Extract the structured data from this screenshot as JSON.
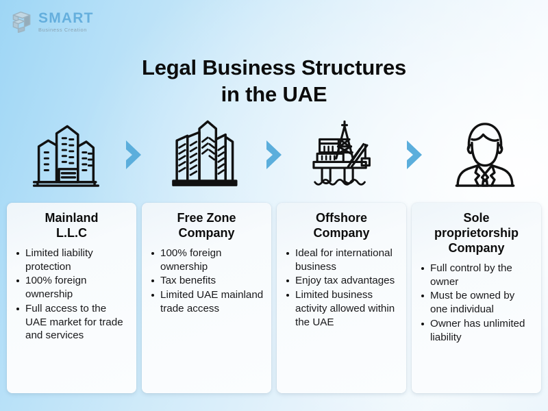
{
  "brand": {
    "name": "SMART",
    "tagline": "Business Creation",
    "logo_icon": "cube-logo-icon",
    "name_color": "#4a9ed4",
    "tagline_color": "#7d8c96"
  },
  "headline": {
    "line1": "Legal Business Structures",
    "line2": "in the UAE",
    "color": "#0c0c0c"
  },
  "theme": {
    "background_from": "#9ed6f5",
    "background_to": "#f2f9fd",
    "chevron_color": "#5baedc",
    "card_background": "#f8fbfd",
    "icon_stroke": "#111111"
  },
  "flow": {
    "separator_icon": "chevron-right-icon",
    "steps": [
      {
        "icon": "office-buildings-icon",
        "title_line1": "Mainland",
        "title_line2": "L.L.C",
        "bullets": [
          "Limited liability protection",
          "100% foreign ownership",
          "Full access to the UAE market for trade and services"
        ]
      },
      {
        "icon": "skyscrapers-icon",
        "title_line1": "Free Zone",
        "title_line2": "Company",
        "bullets": [
          "100% foreign ownership",
          "Tax benefits",
          "Limited UAE mainland trade access"
        ]
      },
      {
        "icon": "offshore-oil-rig-icon",
        "title_line1": "Offshore",
        "title_line2": "Company",
        "bullets": [
          "Ideal for international business",
          "Enjoy tax advantages",
          "Limited business activity allowed within the UAE"
        ]
      },
      {
        "icon": "businessman-avatar-icon",
        "title_line1": "Sole",
        "title_line2": "proprietorship Company",
        "bullets": [
          "Full control by the owner",
          "Must be owned by one individual",
          "Owner has unlimited liability"
        ]
      }
    ]
  }
}
